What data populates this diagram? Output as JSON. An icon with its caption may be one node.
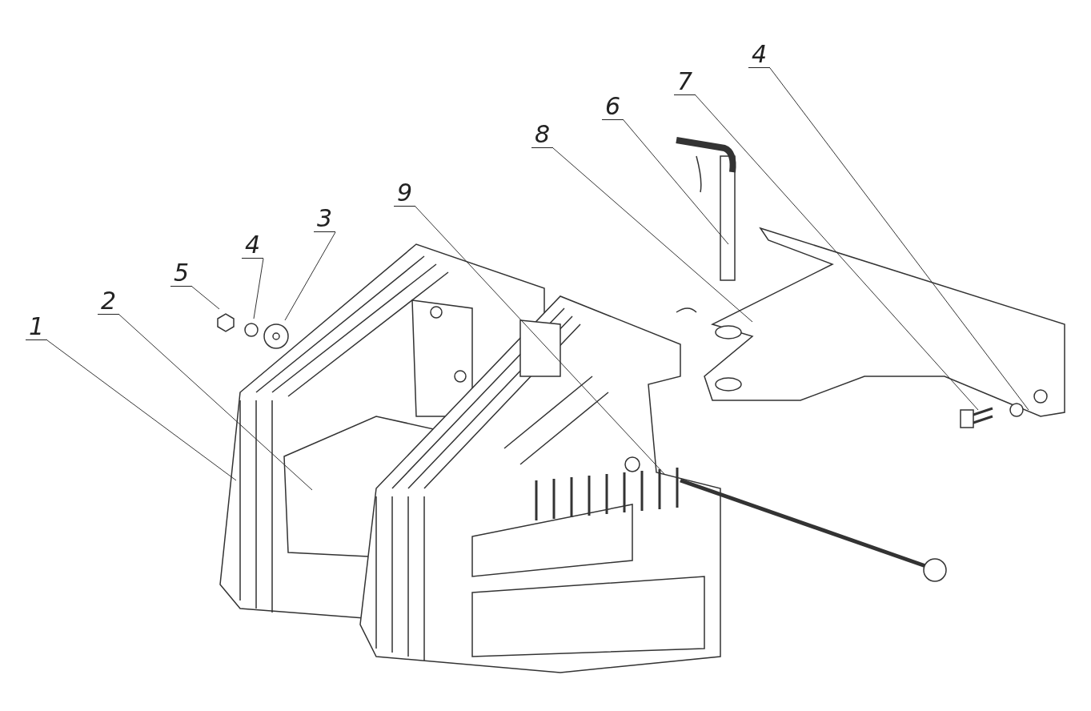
{
  "diagram": {
    "nodes": [
      {
        "text": [
          "1"
        ]
      },
      {
        "text": [
          "2"
        ]
      },
      {
        "text": [
          "5"
        ]
      },
      {
        "text": [
          "4"
        ]
      },
      {
        "text": [
          "3"
        ]
      },
      {
        "text": [
          "9"
        ]
      },
      {
        "text": [
          "8"
        ]
      },
      {
        "text": [
          "6"
        ]
      },
      {
        "text": [
          "7"
        ]
      },
      {
        "text": [
          "4"
        ]
      }
    ],
    "edges": [
      {
        "from": 0,
        "to": null,
        "arrow": "none"
      },
      {
        "from": 1,
        "to": null,
        "arrow": "none"
      },
      {
        "from": 2,
        "to": null,
        "arrow": "none"
      },
      {
        "from": 3,
        "to": null,
        "arrow": "none"
      },
      {
        "from": 4,
        "to": null,
        "arrow": "none"
      },
      {
        "from": 5,
        "to": null,
        "arrow": "none"
      },
      {
        "from": 6,
        "to": null,
        "arrow": "none"
      },
      {
        "from": 7,
        "to": null,
        "arrow": "none"
      },
      {
        "from": 8,
        "to": null,
        "arrow": "none"
      },
      {
        "from": 9,
        "to": null,
        "arrow": "none"
      }
    ]
  }
}
